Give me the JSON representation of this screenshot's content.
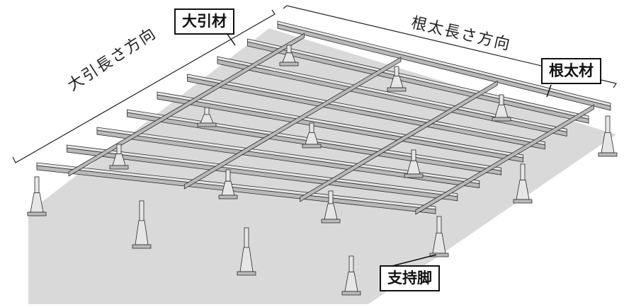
{
  "labels": {
    "beam_main": "大引材",
    "joist": "根太材",
    "support": "支持脚",
    "beam_direction": "大引長さ方向",
    "joist_direction": "根太長さ方向"
  },
  "colors": {
    "floor": "#d8d8d8",
    "steel": "#e6e6e6",
    "steel_shadow": "#b9b9b9",
    "outline": "#2a2a2a"
  }
}
